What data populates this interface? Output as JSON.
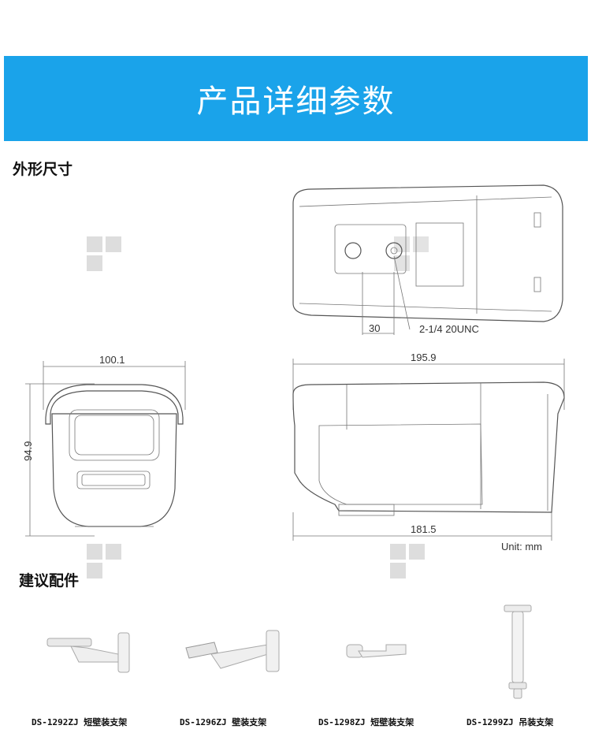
{
  "banner": {
    "title": "产品详细参数"
  },
  "sections": {
    "dimensions": "外形尺寸",
    "accessories": "建议配件"
  },
  "dimensions": {
    "d30": "30",
    "thread": "2-1/4 20UNC",
    "width": "100.1",
    "height": "94.9",
    "length": "195.9",
    "inner_length": "181.5",
    "unit": "Unit: mm"
  },
  "bracket_labels": [
    "DS-1292ZJ 短壁装支架",
    "DS-1296ZJ 壁装支架",
    "DS-1298ZJ 短壁装支架",
    "DS-1299ZJ 吊装支架"
  ],
  "colors": {
    "banner": "#1aa3ea",
    "line": "#555555"
  }
}
